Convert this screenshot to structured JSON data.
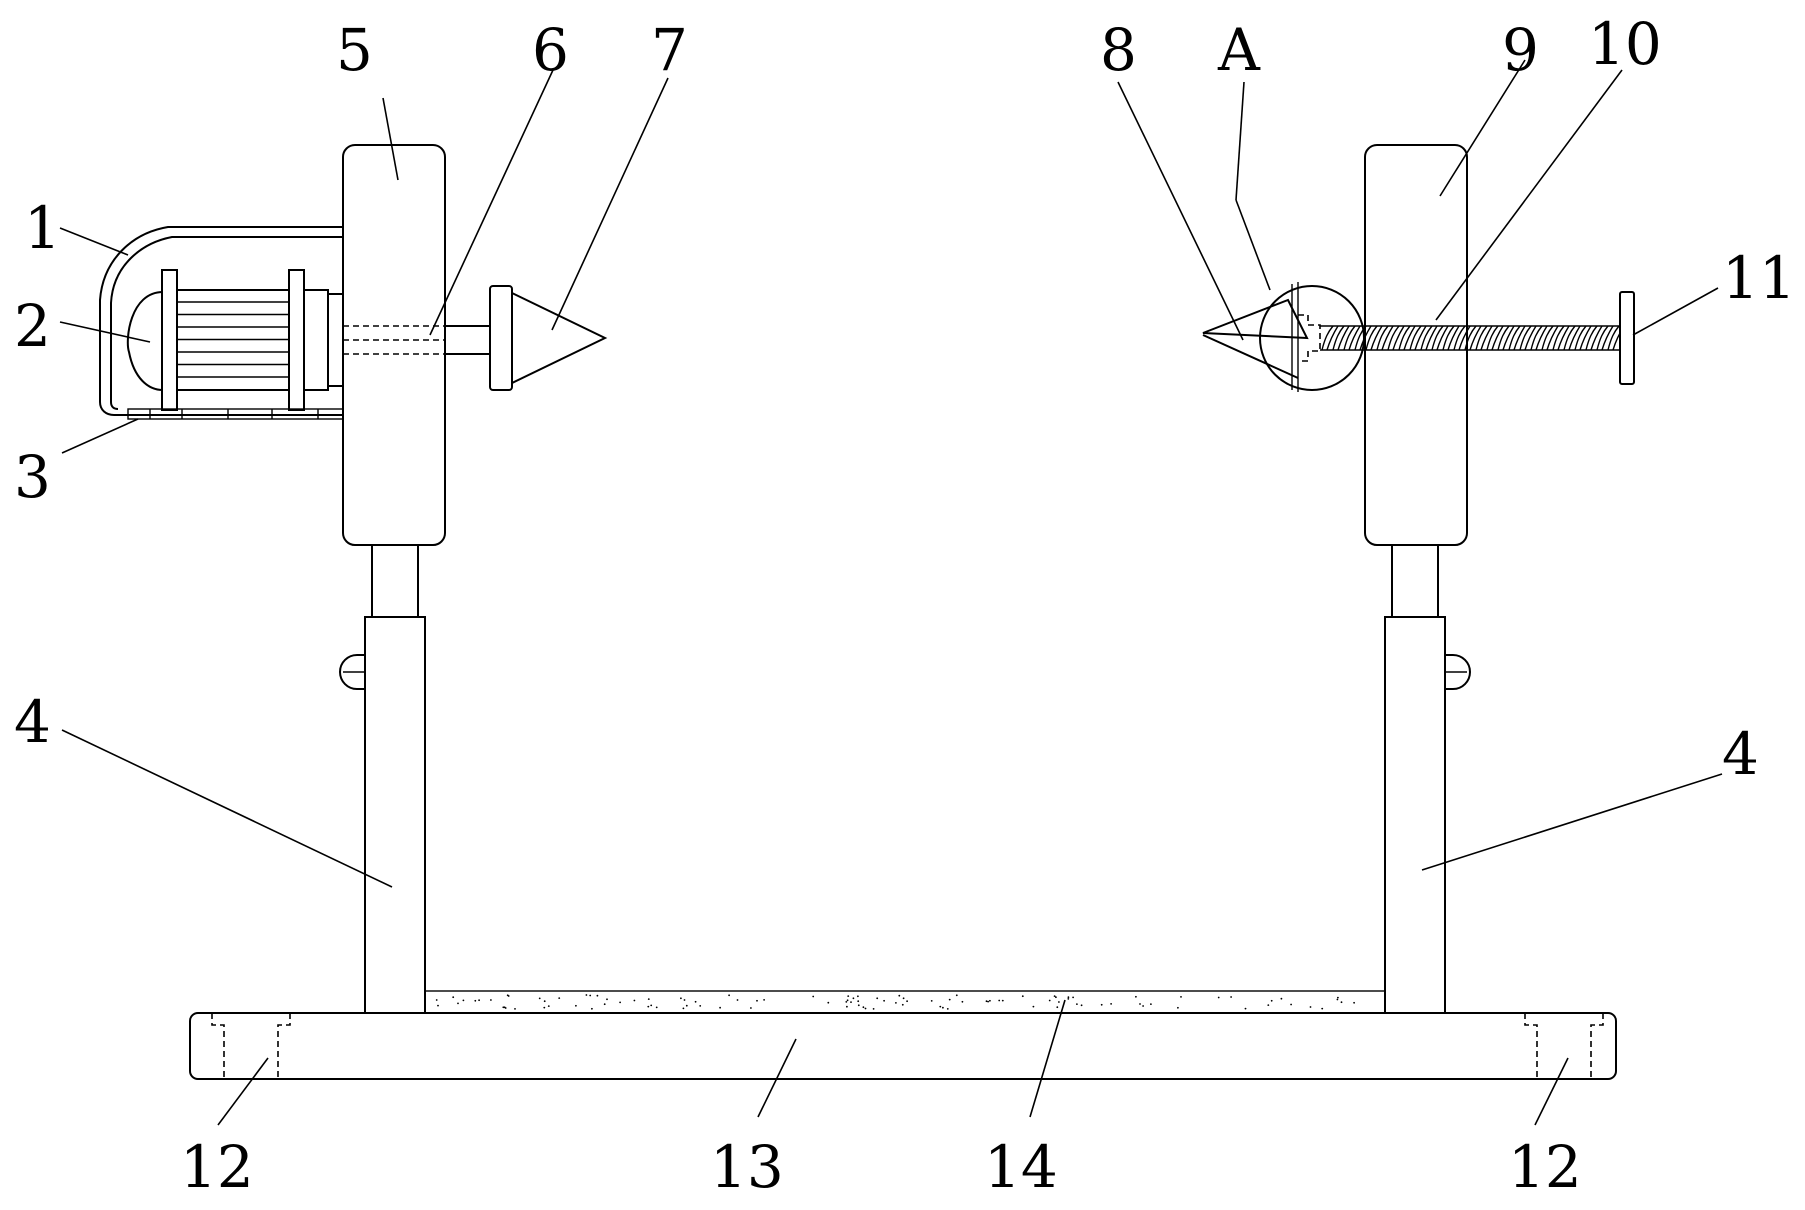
{
  "labels": {
    "n1": "1",
    "n2": "2",
    "n3": "3",
    "n4_left": "4",
    "n4_right": "4",
    "n5": "5",
    "n6": "6",
    "n7": "7",
    "n8": "8",
    "nA": "A",
    "n9": "9",
    "n10": "10",
    "n11": "11",
    "n12_left": "12",
    "n12_right": "12",
    "n13": "13",
    "n14": "14"
  }
}
